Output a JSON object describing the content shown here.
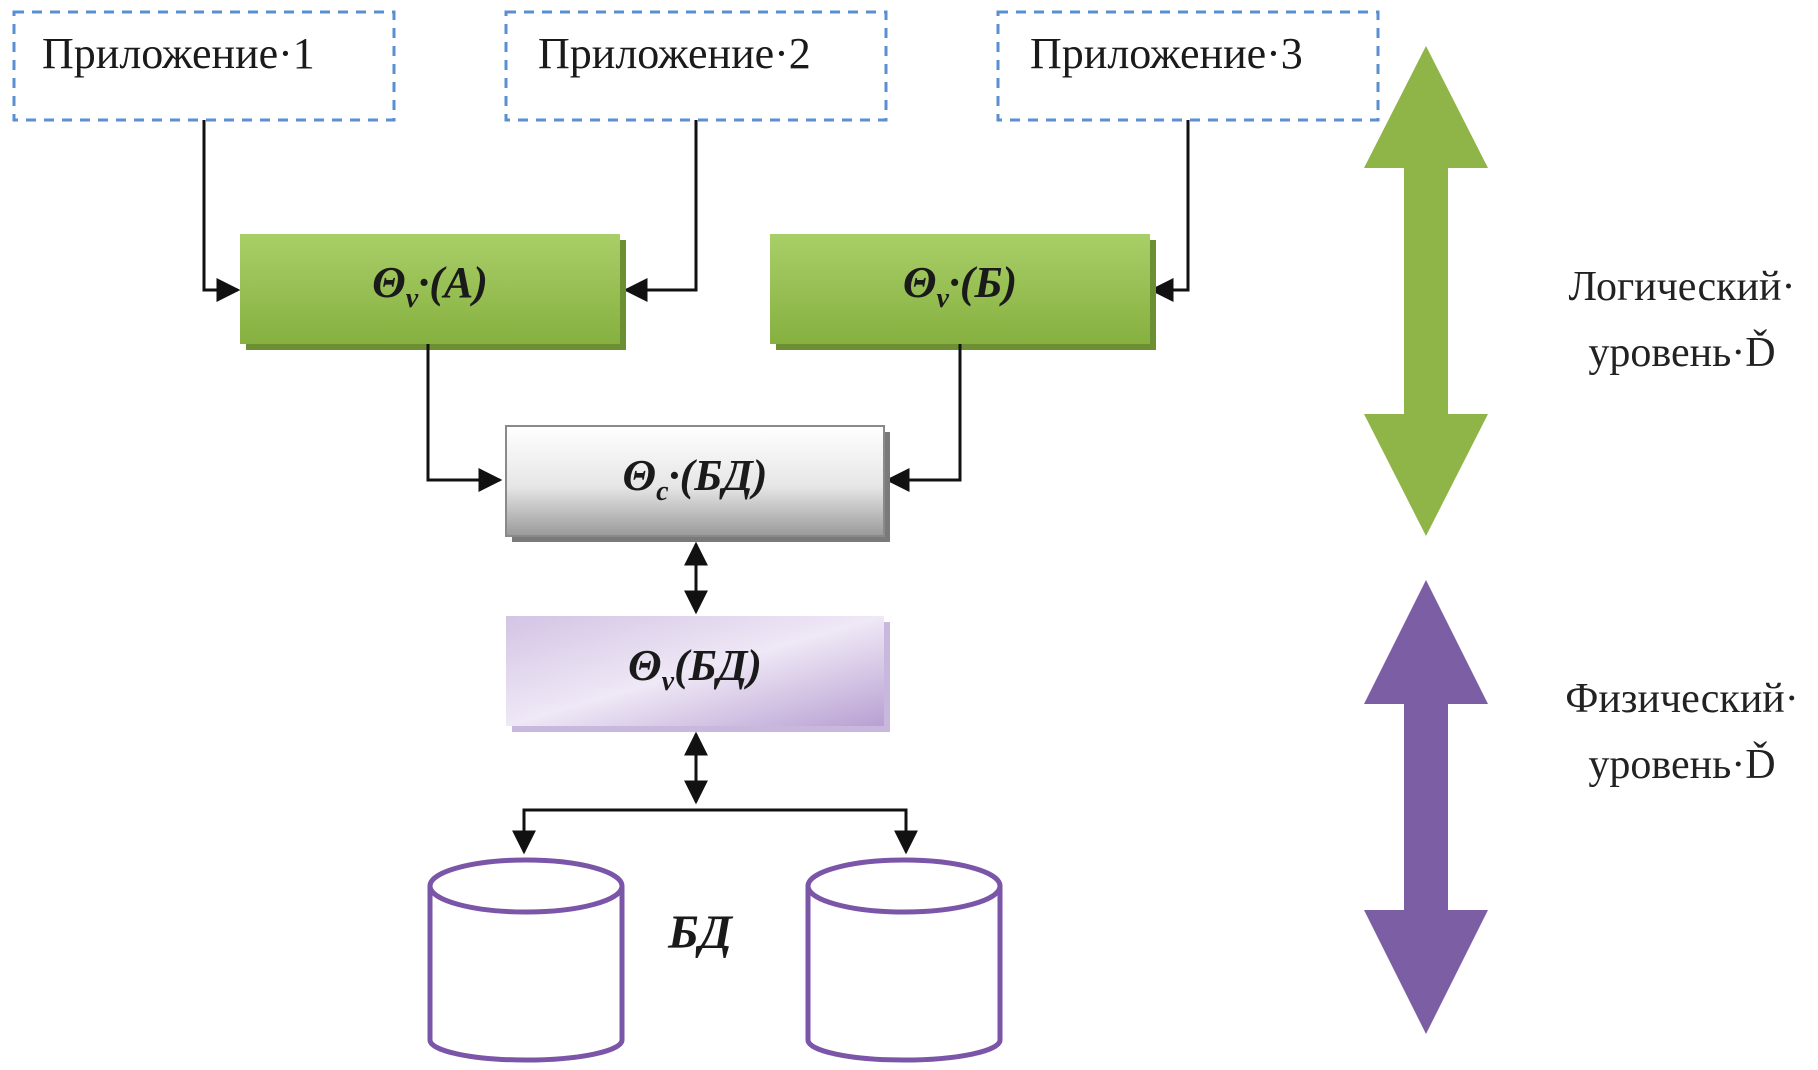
{
  "applications": [
    {
      "label": "Приложение·1"
    },
    {
      "label": "Приложение·2"
    },
    {
      "label": "Приложение·3"
    }
  ],
  "views": [
    {
      "symbol": "Θ",
      "subscript": "v",
      "rest": "·(A)"
    },
    {
      "symbol": "Θ",
      "subscript": "v",
      "rest": "·(Б)"
    }
  ],
  "conceptual": {
    "symbol": "Θ",
    "subscript": "c",
    "rest": "·(БД)"
  },
  "internal": {
    "symbol": "Θ",
    "subscript": "v",
    "rest": "(БД)"
  },
  "database": {
    "label": "БД"
  },
  "levels": {
    "logical": {
      "line1": "Логический·",
      "line2": "уровень·Ď"
    },
    "physical": {
      "line1": "Физический·",
      "line2": "уровень·Ď"
    }
  },
  "colors": {
    "app_border": "#5b8fd0",
    "green": "#8db64a",
    "green_light": "#a6cc64",
    "gray": "#a8a8a8",
    "purple": "#b49ccc",
    "db_stroke": "#7a55a8",
    "arrow_green": "#8fb548",
    "arrow_purple": "#7b5ea3"
  }
}
